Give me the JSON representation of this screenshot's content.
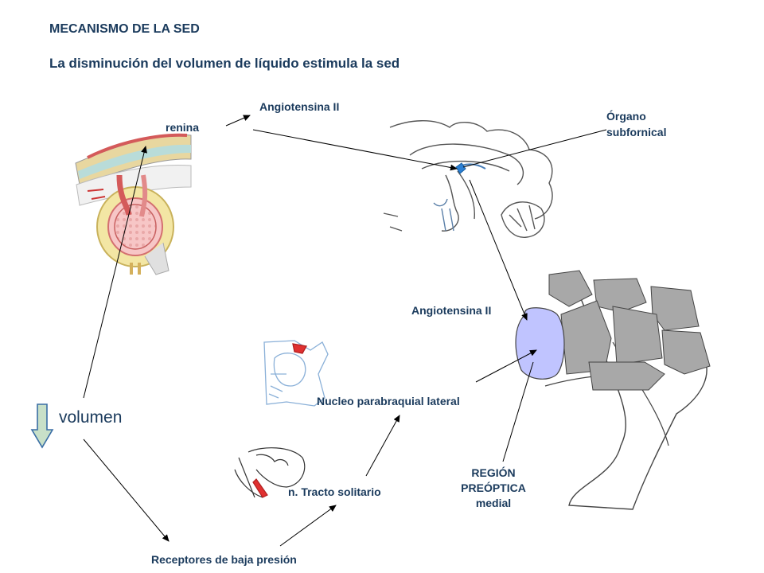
{
  "header": {
    "title": "MECANISMO DE LA SED",
    "subtitle": "La disminución del volumen de líquido estimula la sed"
  },
  "labels": {
    "renina": "renina",
    "angiotensina_top": "Angiotensina II",
    "organo_line1": "Órgano",
    "organo_line2": "subfornical",
    "angiotensina_mid": "Angiotensina II",
    "nucleo": "Nucleo parabraquial lateral",
    "tracto": "n. Tracto solitario",
    "region_line1": "REGIÓN",
    "region_line2": "PREÓPTICA",
    "region_line3": "medial",
    "receptores": "Receptores de baja presión",
    "volumen": "volumen"
  },
  "colors": {
    "text": "#1a3a5c",
    "highlight_region": "#c0c4ff",
    "brain_gray": "#a8a8a8",
    "down_arrow_fill": "#c8e0c8",
    "down_arrow_stroke": "#3a6ea5"
  },
  "icons": {
    "volume_arrow": "down-arrow-icon"
  }
}
